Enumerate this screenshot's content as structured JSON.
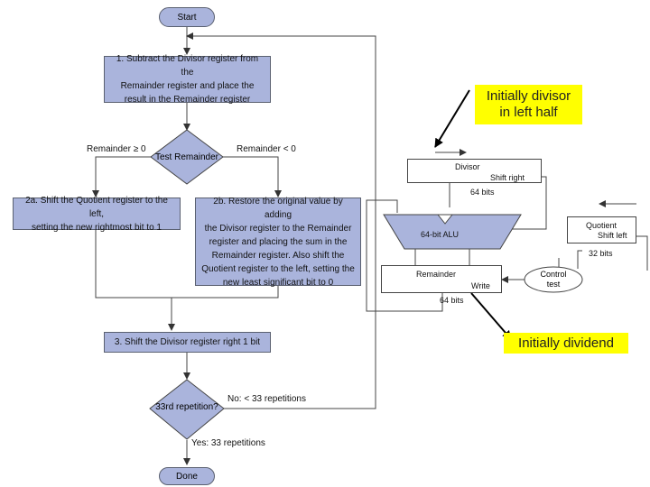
{
  "flowchart": {
    "start": "Start",
    "step1": "1.  Subtract the Divisor register from the\nRemainder register and place the\nresult in the Remainder register",
    "test": "Test Remainder",
    "branch_left": "Remainder ≥ 0",
    "branch_right": "Remainder < 0",
    "step2a": "2a.  Shift the Quotient register to the left,\nsetting the new rightmost bit to 1",
    "step2b": "2b.  Restore the original value by adding\nthe Divisor register to the Remainder\nregister and placing the sum in the\nRemainder register. Also shift the\nQuotient register to the left, setting the\nnew least significant bit to 0",
    "step3": "3.  Shift the Divisor register right 1 bit",
    "decision": "33rd repetition?",
    "no_label": "No: < 33 repetitions",
    "yes_label": "Yes: 33 repetitions",
    "done": "Done"
  },
  "hardware": {
    "divisor": "Divisor",
    "divisor_shift": "Shift right",
    "divisor_bits": "64 bits",
    "alu": "64-bit ALU",
    "quotient": "Quotient",
    "quotient_shift": "Shift left",
    "quotient_bits": "32 bits",
    "remainder": "Remainder",
    "write": "Write",
    "remainder_bits": "64 bits",
    "control": "Control\ntest"
  },
  "callouts": {
    "divisor_note": "Initially divisor\nin left half",
    "dividend_note": "Initially dividend"
  },
  "colors": {
    "box_fill": "#aab4dc",
    "callout_fill": "#ffff00"
  }
}
